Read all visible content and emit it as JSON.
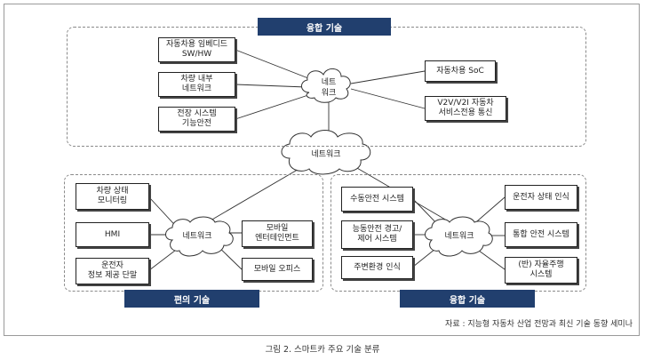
{
  "top_group": {
    "title": "융합 기술",
    "hub": "네트\n워크",
    "boxes": [
      "자동차용 임베디드\nSW/HW",
      "차량 내부\n네트워크",
      "전장 시스템\n기능안전",
      "자동차용 SoC",
      "V2V/V2I 자동차\n서비스전용 통신"
    ]
  },
  "center_hub": "네트워크",
  "left_group": {
    "title": "편의 기술",
    "hub": "네트워크",
    "boxes": [
      "차량 상태\n모니터링",
      "HMI",
      "운전자\n정보 제공 단말",
      "모바일\n엔터테인먼트",
      "모바일 오피스"
    ]
  },
  "right_group": {
    "title": "융합 기술",
    "hub": "네트워크",
    "boxes": [
      "수동안전 시스템",
      "능동안전 경고/\n제어 시스템",
      "주변환경 인식",
      "운전자 상태 인식",
      "통합 안전 시스템",
      "(반) 자율주행\n시스템"
    ]
  },
  "source": "자료 : 지능형 자동차 산업 전망과 최신 기술 동향 세미나",
  "caption": "그림 2. 스마트카 주요 기술 분류",
  "colors": {
    "banner": "#213f6e",
    "dashed_border": "#8a8a8a",
    "box_border": "#222222"
  }
}
